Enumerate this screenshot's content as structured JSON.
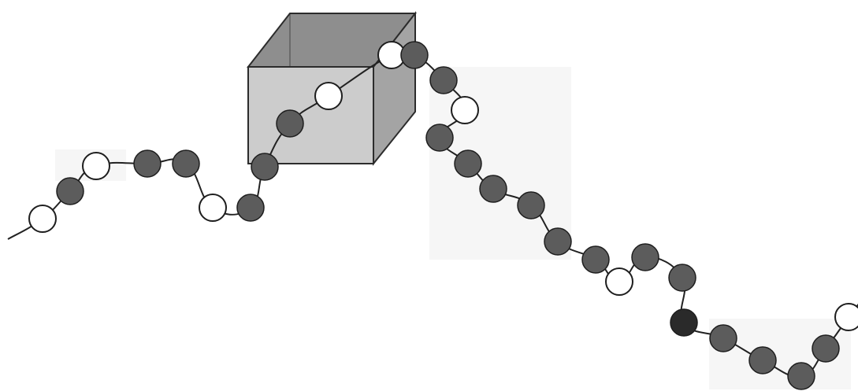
{
  "diagram": {
    "kind": "bead-chain-through-box",
    "colors": {
      "background": "#ffffff",
      "strand": "#222222",
      "bead_filled": "#5c5c5c",
      "bead_dark": "#2a2a2a",
      "bead_hollow": "#ffffff",
      "bead_outline": "#1e1e1e",
      "box_front": "#c8c8c8",
      "box_top": "#8e8e8e",
      "box_side": "#a4a4a4",
      "box_edge": "#2c2c2c",
      "patch": "#f6f6f6"
    },
    "bead_sequence": [
      "hollow",
      "filled",
      "hollow",
      "filled",
      "filled",
      "hollow",
      "filled",
      "filled",
      "filled",
      "hollow",
      "hollow",
      "filled",
      "filled",
      "hollow",
      "filled",
      "filled",
      "filled",
      "filled",
      "filled",
      "filled",
      "hollow",
      "filled",
      "filled",
      "dark",
      "filled",
      "filled",
      "filled",
      "filled",
      "hollow"
    ]
  }
}
